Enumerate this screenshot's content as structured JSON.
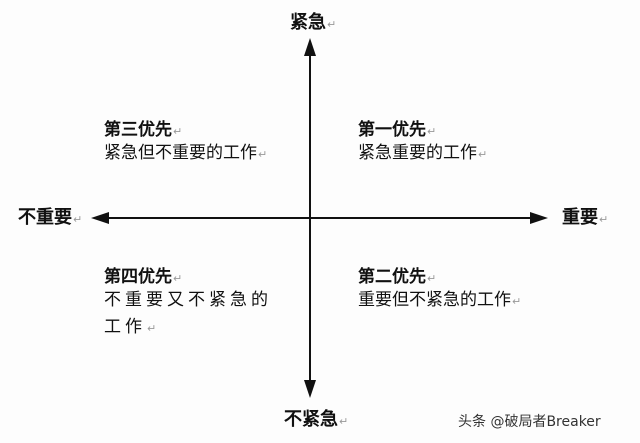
{
  "axes": {
    "top": "紧急",
    "bottom": "不紧急",
    "left": "不重要",
    "right": "重要"
  },
  "return_mark": "↵",
  "quadrants": {
    "top_left": {
      "title": "第三优先",
      "desc_lines": [
        "紧急但不重要的工作"
      ]
    },
    "top_right": {
      "title": "第一优先",
      "desc_lines": [
        "紧急重要的工作"
      ]
    },
    "bottom_left": {
      "title": "第四优先",
      "desc_lines": [
        "不重要又不紧急的",
        "工作"
      ]
    },
    "bottom_right": {
      "title": "第二优先",
      "desc_lines": [
        "重要但不紧急的工作"
      ]
    }
  },
  "watermark": "头条 @破局者Breaker"
}
